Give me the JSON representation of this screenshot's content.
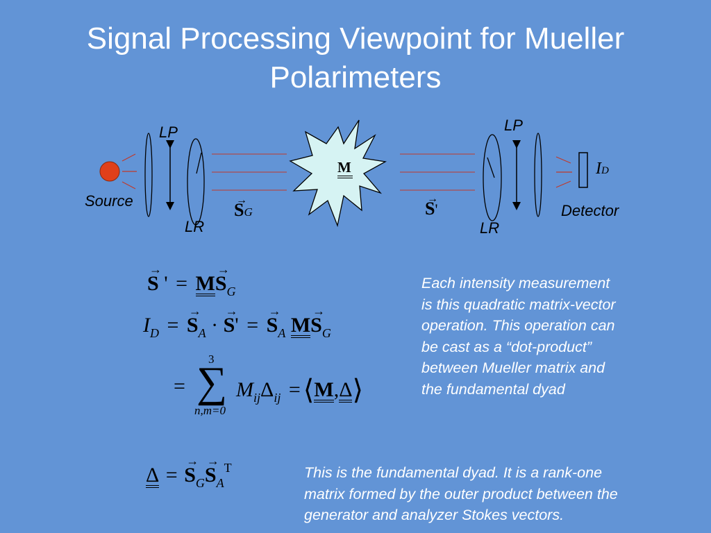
{
  "slide": {
    "title_line1": "Signal Processing Viewpoint for Mueller",
    "title_line2": "Polarimeters"
  },
  "diagram": {
    "lp_left": "LP",
    "lr_left": "LR",
    "source": "Source",
    "lp_right": "LP",
    "lr_right": "LR",
    "detector": "Detector",
    "sample": "M",
    "stokes_generator": "S",
    "generator_subscript": "G",
    "stokes_out": "S",
    "prime": "'",
    "intensity": "I",
    "intensity_subscript": "D"
  },
  "equations": {
    "eq1": {
      "s": "S",
      "prime": "'",
      "equals": "=",
      "m": "M",
      "s2": "S",
      "sub_g": "G"
    },
    "eq2": {
      "i": "I",
      "sub_d": "D",
      "equals": "=",
      "s_a": "S",
      "sub_a": "A",
      "dot": "·",
      "s_prime": "S",
      "prime": "'",
      "equals2": "=",
      "s_a2": "S",
      "sub_a2": "A",
      "m": "M",
      "s_g": "S",
      "sub_g": "G"
    },
    "eq3": {
      "equals": "=",
      "sum": "∑",
      "upper": "3",
      "lower": "n,m=0",
      "m": "M",
      "sub_ij": "ij",
      "delta": "Δ",
      "sub_ij2": "ij",
      "equals2": "=",
      "lang": "⟨",
      "bm": "M",
      "comma": ",",
      "bdelta": "Δ",
      "rang": "⟩"
    },
    "eq4": {
      "delta": "Δ",
      "equals": "=",
      "s_g": "S",
      "sub_g": "G",
      "s_a": "S",
      "sub_a": "A",
      "sup_t": "T"
    }
  },
  "text": {
    "para1": [
      "Each intensity measurement",
      "is this quadratic matrix-vector",
      "operation.  This operation can",
      "be cast as a “dot-product”",
      "between Mueller matrix and",
      "the fundamental dyad"
    ],
    "para2": [
      "This is the fundamental dyad.  It is a rank-one",
      "matrix formed by the outer product between the",
      "generator and analyzer Stokes vectors."
    ]
  },
  "colors": {
    "background": "#6294d6",
    "source_fill": "#e0401a",
    "beam": "#c0392b",
    "sample_fill": "#d6f3f3",
    "detector_fill": "#6294d6"
  }
}
